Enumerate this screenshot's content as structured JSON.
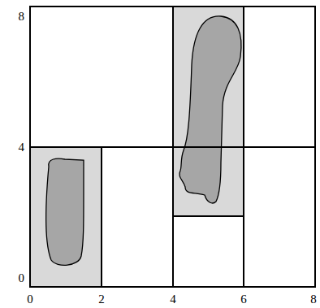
{
  "diagram": {
    "labels": [
      "8",
      "4",
      "0",
      "0",
      "2",
      "4",
      "6",
      "8"
    ]
  }
}
